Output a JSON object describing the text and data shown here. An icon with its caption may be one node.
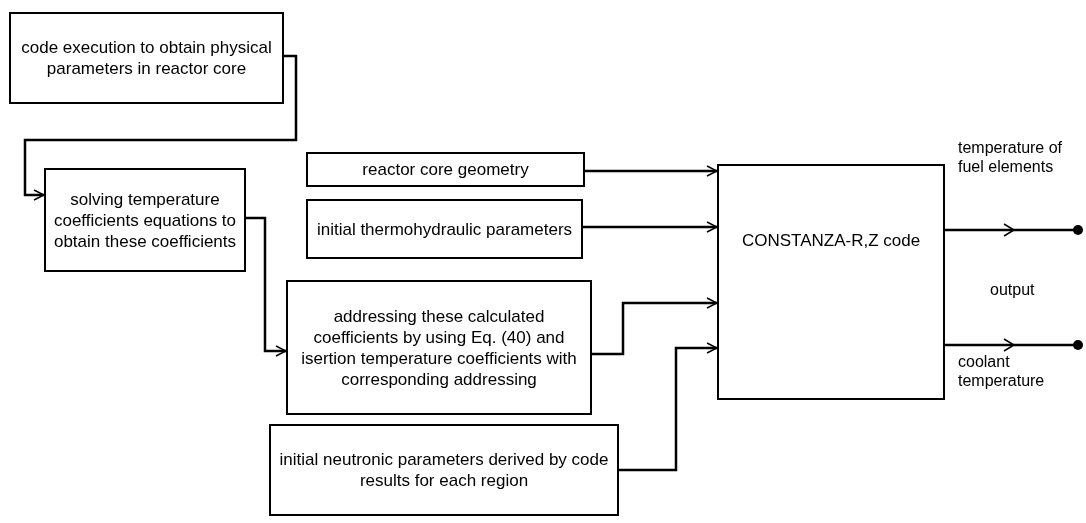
{
  "diagram": {
    "nodes": [
      {
        "text": [
          "code execution to obtain physical parameters in reactor core"
        ]
      },
      {
        "text": [
          "solving temperature coefficients equations to obtain these coefficients"
        ]
      },
      {
        "text": [
          "reactor core geometry"
        ]
      },
      {
        "text": [
          "initial thermohydraulic parameters"
        ]
      },
      {
        "text": [
          "addressing these calculated coefficients by using Eq. (40) and isertion temperature coefficients with corresponding addressing"
        ]
      },
      {
        "text": [
          "initial neutronic parameters derived by code results for each region"
        ]
      },
      {
        "text": [
          "CONSTANZA-R,Z code"
        ]
      }
    ],
    "edges": [
      {
        "from": 0,
        "to": 1,
        "arrow": "to"
      },
      {
        "from": 1,
        "to": 4,
        "arrow": "to"
      },
      {
        "from": 2,
        "to": 6,
        "arrow": "to"
      },
      {
        "from": 3,
        "to": 6,
        "arrow": "to"
      },
      {
        "from": 4,
        "to": 6,
        "arrow": "to"
      },
      {
        "from": 5,
        "to": 6,
        "arrow": "to"
      },
      {
        "from": 6,
        "to": null,
        "arrow": "to",
        "label": "temperature of fuel elements"
      },
      {
        "from": 6,
        "to": null,
        "arrow": "to",
        "label": "coolant temperature"
      }
    ],
    "labels": [
      "output"
    ]
  }
}
